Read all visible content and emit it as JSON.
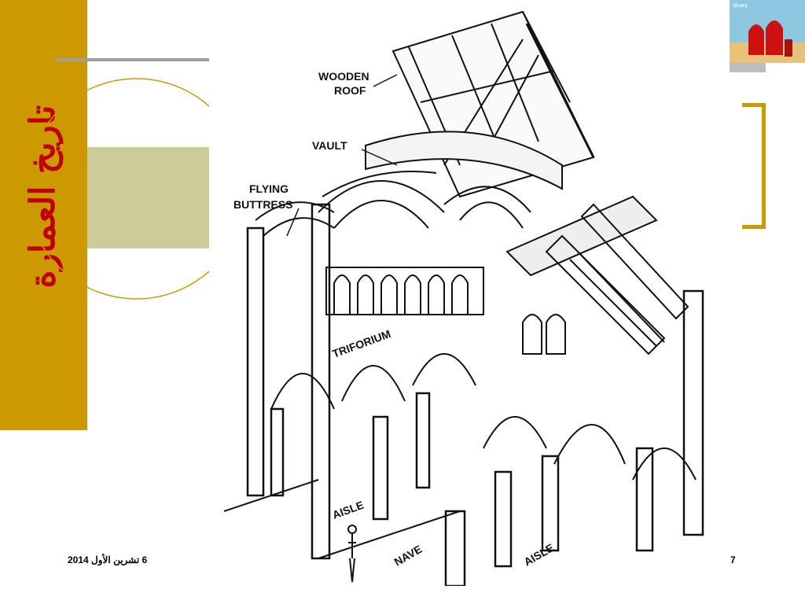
{
  "slide": {
    "title": "تاريخ العمارة",
    "footer_date": "6 تشرين الأول 2014",
    "page_number": "7"
  },
  "thumbnail": {
    "label": "alvary"
  },
  "diagram": {
    "labels": {
      "wooden_roof_1": "WOODEN",
      "wooden_roof_2": "ROOF",
      "vault": "VAULT",
      "flying_buttress_1": "FLYING",
      "flying_buttress_2": "BUTTRESS",
      "triforium": "TRIFORIUM",
      "aisle_left": "AISLE",
      "nave": "NAVE",
      "aisle_right": "AISLE"
    }
  },
  "colors": {
    "band": "#cc9900",
    "title": "#c00000",
    "olive": "#cccc99",
    "rule": "#9e9e9e"
  }
}
